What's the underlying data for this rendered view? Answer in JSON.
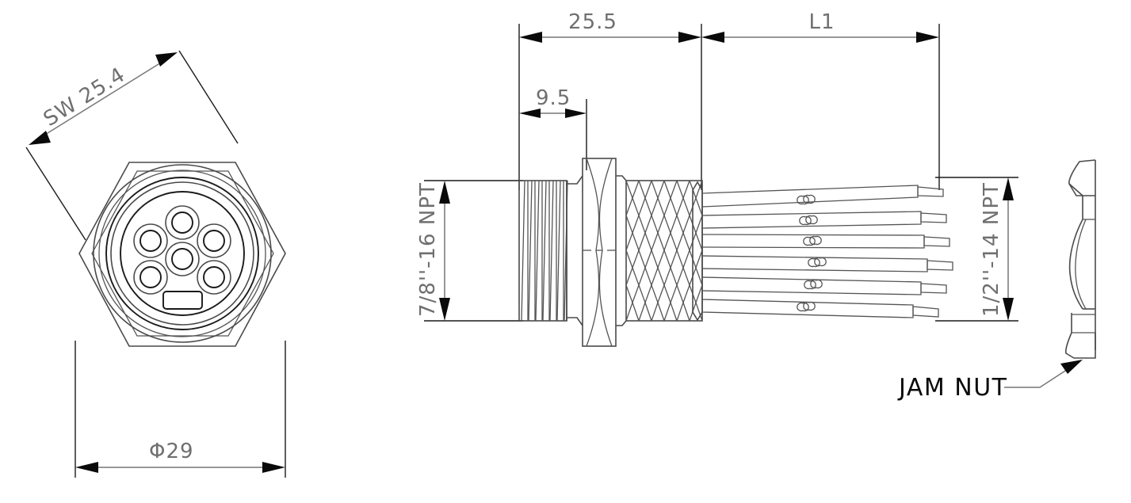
{
  "drawing": {
    "title": "6-pin NPT connector technical drawing",
    "line_color": "#4a4a4a",
    "dim_color": "#777777",
    "text_color": "#6f6f6f",
    "label_color": "#0a0a0a",
    "background": "#ffffff"
  },
  "front_view": {
    "name": "front-view",
    "dimensions": {
      "across_flats": {
        "label": "SW 25.4",
        "value": 25.4,
        "prefix": "SW",
        "orientation": "diagonal"
      },
      "diameter": {
        "label": "Φ29",
        "value": 29,
        "symbol": "Φ",
        "orientation": "horizontal"
      }
    },
    "pin_count": 6,
    "keyway": "rounded-rectangle-slot"
  },
  "side_view": {
    "name": "side-view",
    "dimensions": {
      "flange_length": {
        "label": "25.5",
        "value": 25.5
      },
      "thread_length": {
        "label": "9.5",
        "value": 9.5
      },
      "wire_length": {
        "label": "L1",
        "value": "L1"
      },
      "rear_thread": {
        "label": "7/8''-16 NPT",
        "orientation": "vertical"
      },
      "front_thread": {
        "label": "1/2''-14 NPT",
        "orientation": "vertical"
      }
    },
    "wire_count": 6
  },
  "jam_nut": {
    "name": "jam-nut",
    "label": "JAM NUT"
  }
}
